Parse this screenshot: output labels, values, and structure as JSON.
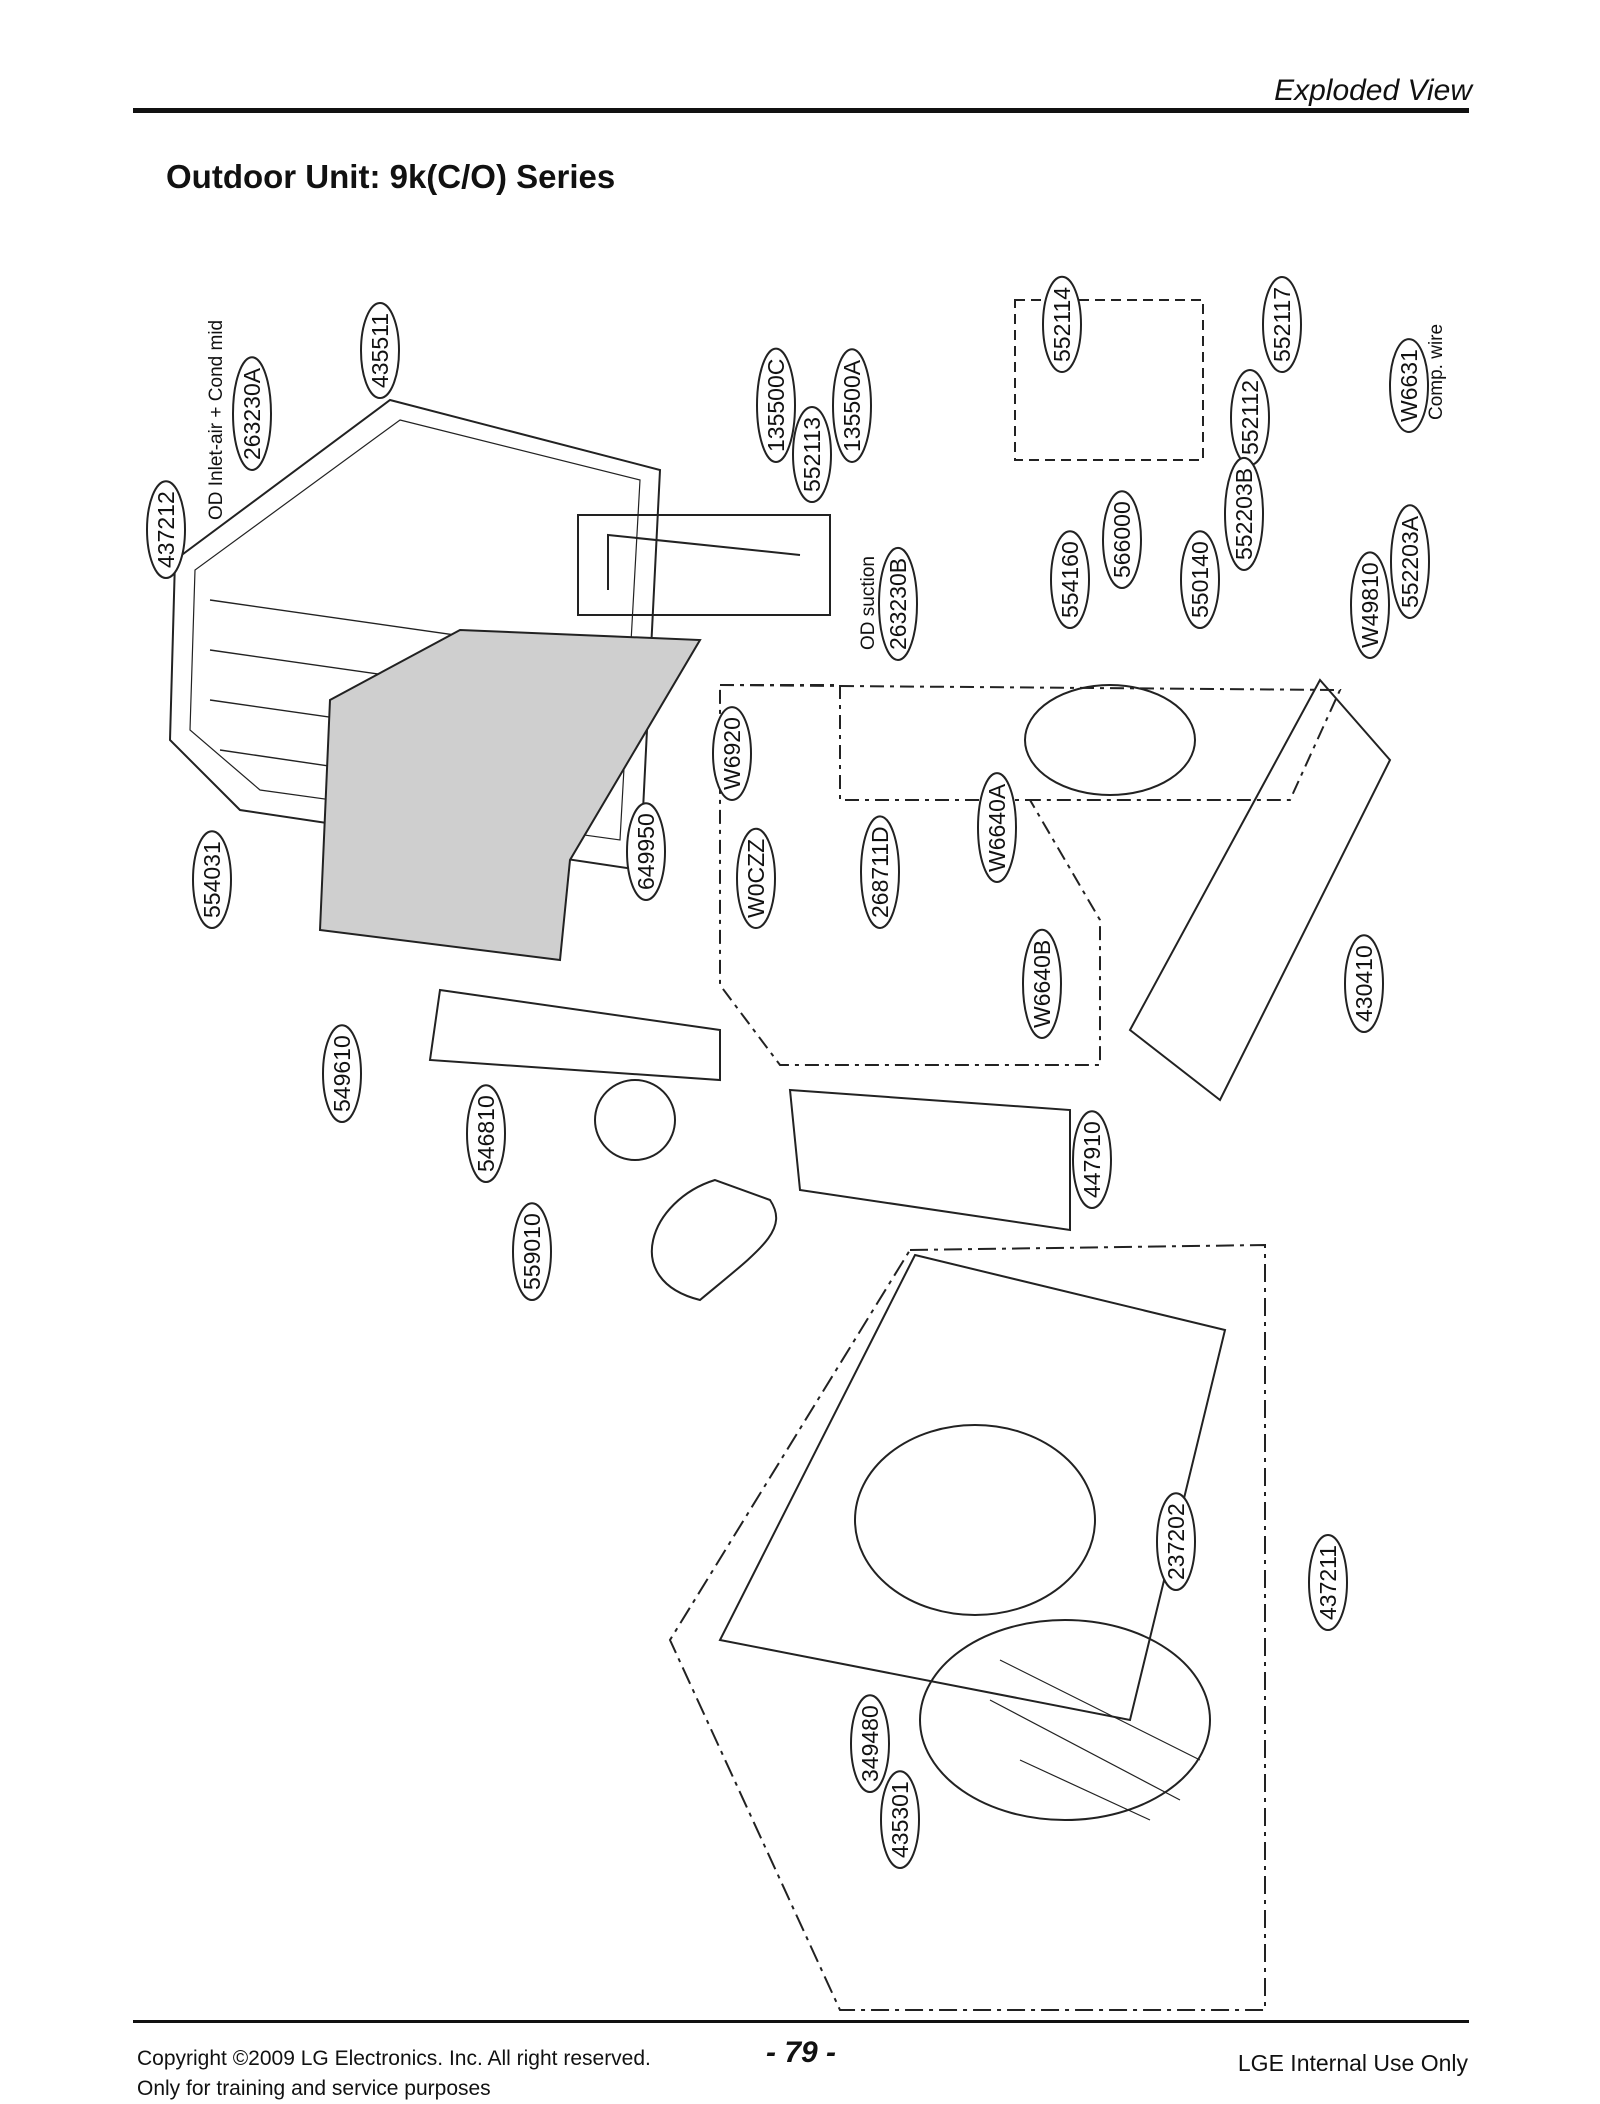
{
  "header": {
    "section": "Exploded View",
    "title": "Outdoor Unit: 9k(C/O) Series"
  },
  "footer": {
    "copyright": "Copyright ©2009 LG Electronics. Inc. All right reserved.",
    "training": "Only for training and service purposes",
    "page": "- 79 -",
    "internal": "LGE Internal Use Only"
  },
  "parts": [
    "437212",
    "263230A",
    "435511",
    "135500C",
    "552113",
    "135500A",
    "552114",
    "552117",
    "552112",
    "W6631",
    "566000",
    "552203B",
    "552203A",
    "554160",
    "550140",
    "W49810",
    "263230B",
    "W6920",
    "649950",
    "554031",
    "W0CZZ",
    "268711D",
    "W6640A",
    "W6640B",
    "430410",
    "549610",
    "546810",
    "447910",
    "559010",
    "237202",
    "437211",
    "349480",
    "435301"
  ],
  "notes": {
    "od_inlet": "OD Inlet-air + Cond mid",
    "od_suction": "OD suction",
    "comp_wire": "Comp. wire"
  }
}
